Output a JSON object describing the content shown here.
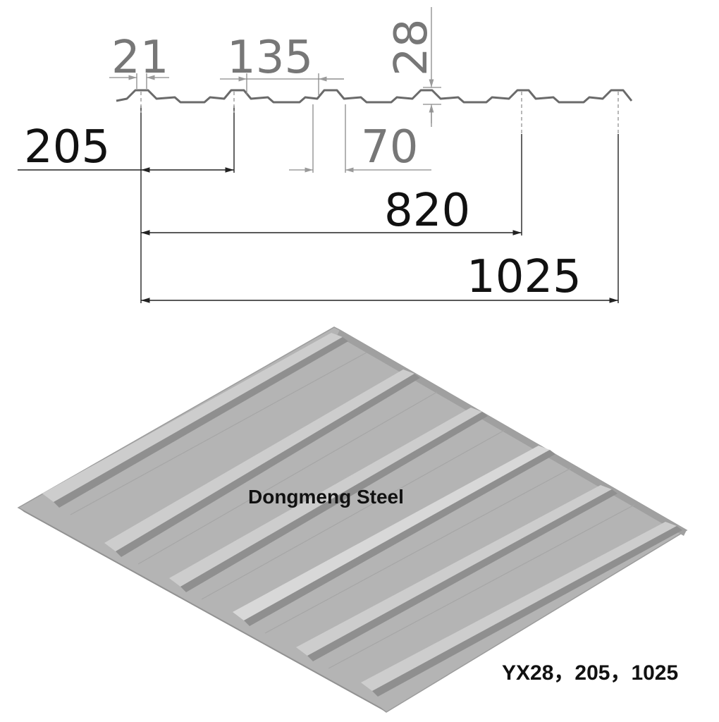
{
  "profile_dimensions": {
    "crest_width": "21",
    "rib_spacing": "135",
    "rib_height": "28",
    "valley_width": "70",
    "pitch": "205",
    "coverage_width": "820",
    "total_width": "1025"
  },
  "watermark": "Dongmeng Steel",
  "caption": "YX28，205，1025",
  "colors": {
    "sheet_face": "#b4b4b4",
    "sheet_dark": "#8f8f8f",
    "sheet_light": "#cdcdcd",
    "profile_line": "#6a6a6a",
    "dim_line_gray": "#8a8a8a",
    "dim_line_black": "#222222"
  }
}
